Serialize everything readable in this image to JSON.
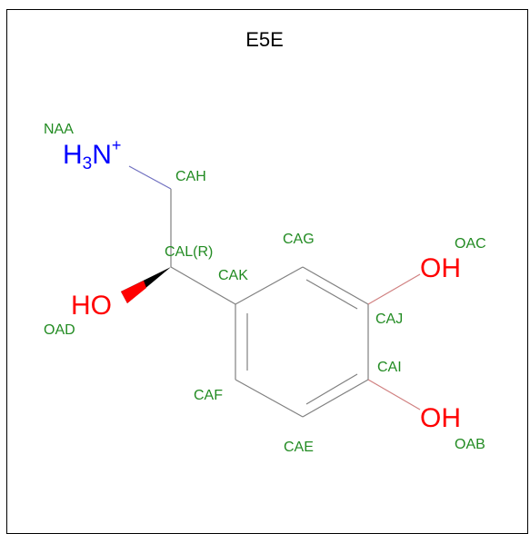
{
  "title": "E5E",
  "colors": {
    "label": "#228b22",
    "oxygen": "#ff0000",
    "nitrogen": "#0000ff",
    "bond": "#808080",
    "nitrogen_bond": "#7070c0",
    "oxygen_bond": "#d08080",
    "wedge": "#000000"
  },
  "atoms": {
    "n_main": "N",
    "n_h": "H",
    "n_h_count": "3",
    "n_charge": "+",
    "oh_top": "OH",
    "oh_bottom": "OH",
    "ho_left": "HO"
  },
  "labels": {
    "NAA": "NAA",
    "CAH": "CAH",
    "CAL": "CAL(R)",
    "CAK": "CAK",
    "CAG": "CAG",
    "OAC": "OAC",
    "OAD": "OAD",
    "CAJ": "CAJ",
    "CAI": "CAI",
    "CAF": "CAF",
    "CAE": "CAE",
    "OAB": "OAB"
  }
}
